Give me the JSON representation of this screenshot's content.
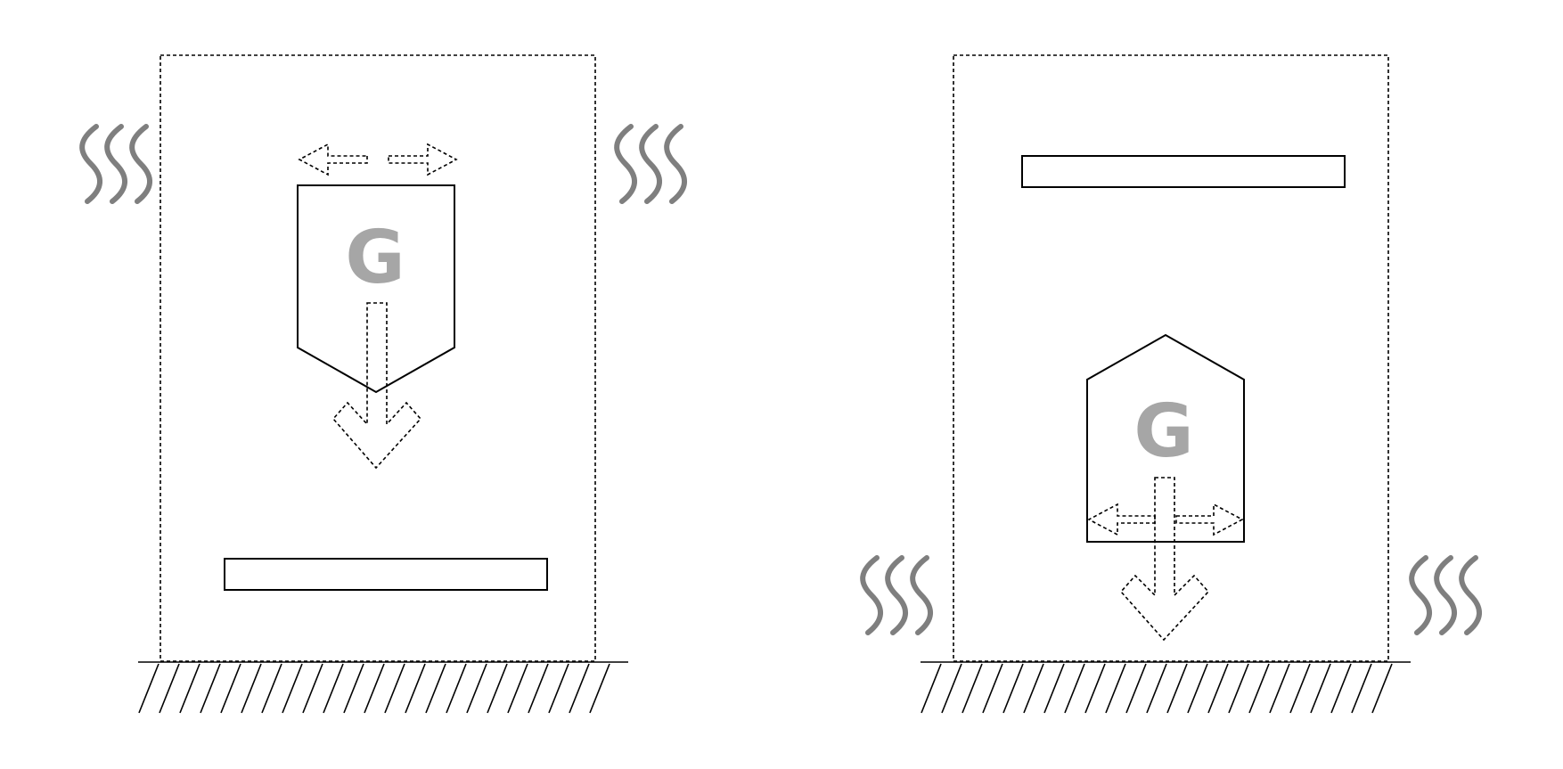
{
  "panels": [
    {
      "id": "left",
      "gravity_label": "G",
      "shape": "pointing-down",
      "plate_position": "bottom",
      "waves_position": "top"
    },
    {
      "id": "right",
      "gravity_label": "G",
      "shape": "pointing-up",
      "plate_position": "top",
      "waves_position": "bottom"
    }
  ],
  "colors": {
    "line": "#000000",
    "wave": "#7f7f7f",
    "label": "#a6a6a6"
  },
  "icons": [
    "heat-wave-icon",
    "double-arrow-icon",
    "down-arrow-icon",
    "ground-hatch-icon"
  ]
}
